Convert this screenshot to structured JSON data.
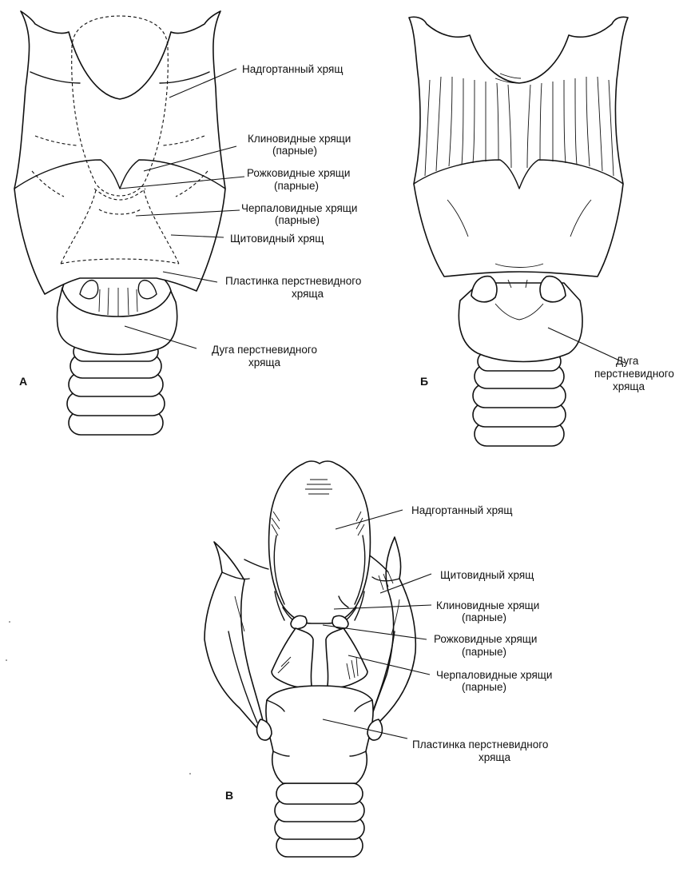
{
  "panels": {
    "a": {
      "letter": "А",
      "labels": {
        "epiglottic": "Надгортанный хрящ",
        "cuneiform_1": "Клиновидные хрящи",
        "cuneiform_2": "(парные)",
        "corniculate_1": "Рожковидные хрящи",
        "corniculate_2": "(парные)",
        "arytenoid_1": "Черпаловидные хрящи",
        "arytenoid_2": "(парные)",
        "thyroid": "Щитовидный хрящ",
        "cricoid_lamina_1": "Пластинка перстневидного",
        "cricoid_lamina_2": "хряща",
        "cricoid_arch_1": "Дуга перстневидного",
        "cricoid_arch_2": "хряща"
      }
    },
    "b": {
      "letter": "Б",
      "labels": {
        "cricoid_arch_1": "Дуга",
        "cricoid_arch_2": "перстневидного",
        "cricoid_arch_3": "хряща"
      }
    },
    "c": {
      "letter": "В",
      "labels": {
        "epiglottic": "Надгортанный хрящ",
        "thyroid": "Щитовидный хрящ",
        "cuneiform_1": "Клиновидные хрящи",
        "cuneiform_2": "(парные)",
        "corniculate_1": "Рожковидные хрящи",
        "corniculate_2": "(парные)",
        "arytenoid_1": "Черпаловидные хрящи",
        "arytenoid_2": "(парные)",
        "cricoid_lamina_1": "Пластинка перстневидного",
        "cricoid_lamina_2": "хряща"
      }
    }
  }
}
